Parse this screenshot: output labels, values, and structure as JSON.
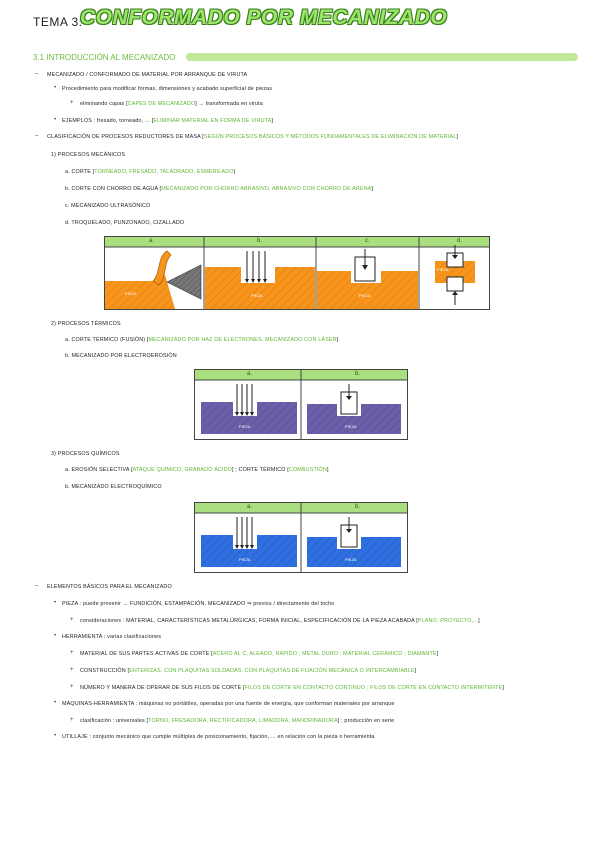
{
  "header": {
    "label": "TEMA 3:",
    "title": "CONFORMADO POR MECANIZADO"
  },
  "section": {
    "title": "3.1 INTRODUCCIÓN AL MECANIZADO"
  },
  "intro": {
    "line1": "MECANIZADO / CONFORMADO DE MATERIAL POR ARRANQUE DE VIRUTA",
    "line2": "Procedimiento para modificar formas, dimensiones y acabado superficial de piezas",
    "line3a": "eliminando capas [",
    "line3g": "CAPES DE MECANIZADO",
    "line3b": "] → transformada en viruta",
    "line4a": "EJEMPLOS : fresado, torneado, ... [",
    "line4g": "ELIMINAR MATERIAL EN FORMA DE VIRUTA",
    "line4b": "]",
    "line5a": "CLASIFICACIÓN DE PROCESOS REDUCTORES DE MASA [",
    "line5g": "SEGÚN PROCESOS BÁSICOS Y MÉTODOS FUNDAMENTALES DE ELIMINACIÓN DE MATERIAL",
    "line5b": "]"
  },
  "mecanicos": {
    "title": "1) PROCESOS MECÁNICOS",
    "a1": "a. CORTE [",
    "ag": "TORNEADO, FRESADO, TALADRADO, ESMERILADO",
    "a2": "]",
    "b1": "b. CORTE CON CHORRO DE AGUA [",
    "bg": "MECANIZADO POR CHORRO ABRASIVO, ABRASIVO CON CHORRO DE ARENA",
    "b2": "]",
    "c": "c. MECANIZADO ULTRASÓNICO",
    "d": "d. TROQUELADO, PUNZONADO, CIZALLADO",
    "table_headers": [
      "a.",
      "b.",
      "c.",
      "d."
    ],
    "pieza": "PIEZA"
  },
  "termicos": {
    "title": "2) PROCESOS TÉRMICOS",
    "a1": "a. CORTE TÉRMICO (FUSIÓN) [",
    "ag": "MECANIZADO POR HAZ DE ELECTRONES, MECANIZADO CON LÁSER",
    "a2": "]",
    "b": "b. MECANIZADO POR ELECTROEROSIÓN",
    "table_headers": [
      "a.",
      "b."
    ],
    "pieza": "PIEZA"
  },
  "quimicos": {
    "title": "3) PROCESOS QUÍMICOS",
    "a1": "a. EROSIÓN SELECTIVA [",
    "ag1": "ATAQUE QUÍMICO, GRABADO ÁCIDO",
    "a2": "] ; CORTE TÉRMICO [",
    "ag2": "COMBUSTIÓN",
    "a3": "]",
    "b": "b. MECANIZADO ELECTROQUÍMICO",
    "table_headers": [
      "a.",
      "b."
    ],
    "pieza": "PIEZA"
  },
  "elementos": {
    "title": "ELEMENTOS BÁSICOS PARA EL MECANIZADO",
    "pieza1": "PIEZA : puede provenir → FUNDICIÓN, ESTAMPACIÓN, MECANIZADO ⇒ previos / directamente del tocho",
    "pieza2a": "consideraciones : MATERIAL, CARACTERÍSTICAS METALÚRGICAS, FORMA INICIAL, ESPECIFICACIÓN DE LA PIEZA ACABADA [",
    "pieza2g": "PLANO, PROYECTO,...",
    "pieza2b": "]",
    "herr": "HERRAMIENTA : varias clasificaciones",
    "herr1a": "MATERIAL DE SUS PARTES ACTIVAS DE CORTE [",
    "herr1g": "ACERO AL C, ALEADO, RÁPIDO ; METAL DURO ; MATERIAL CERÁMICO ; DIAMANTE",
    "herr1b": "]",
    "herr2a": "CONSTRUCCIÓN [",
    "herr2g": "ENTERIZAS, CON PLAQUITAS SOLDADAS, CON PLAQUITAS DE FIJACIÓN MECÁNICA O INTERCAMBIABLE",
    "herr2b": "]",
    "herr3a": "NÚMERO Y MANERA DE OPERAR DE SUS FILOS DE CORTE [",
    "herr3g": "FILOS DE CORTE EN CONTACTO CONTINUO ; FILOS DE CORTE EN CONTACTO INTERMITENTE",
    "herr3b": "]",
    "maq": "MÁQUINAS-HERRAMIENTA : máquinas no portátiles, operadas por una fuente de energía, que conforman materiales por arranque",
    "maq1a": "clasificación : universales [",
    "maq1g": "TORNO, FRESADORA, RECTIFICADORA, LIMADORA, MANDRINADORA",
    "maq1b": "] ; producción en serie",
    "util": "UTILLAJE : conjunto mecánico que cumple múltiples de posicionamiento, fijación, ... en relación con la pieza o herramienta"
  },
  "colors": {
    "orange": "#f7941d",
    "purple": "#6a5fa8",
    "blue": "#2f6fe0",
    "green": "#a9df7f"
  }
}
